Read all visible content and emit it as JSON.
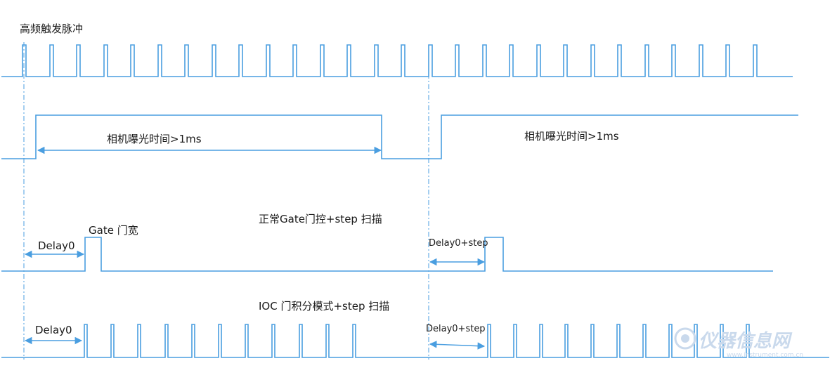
{
  "labels": {
    "high_freq_trigger": "高频触发脉冲",
    "exposure_1": "相机曝光时间>1ms",
    "exposure_2": "相机曝光时间>1ms",
    "gate_mode_title": "正常Gate门控+step 扫描",
    "gate_width": "Gate  门宽",
    "delay0_gate": "Delay0",
    "delay0_step_gate": "Delay0+step",
    "ioc_mode_title": "IOC 门积分模式+step 扫描",
    "delay0_ioc": "Delay0",
    "delay0_step_ioc": "Delay0+step"
  },
  "watermark": {
    "text": "仪器信息网",
    "url": "www.instrument.com.cn"
  },
  "colors": {
    "signal": "#4a9ee0",
    "text": "#1a1a1a",
    "watermark": "#c9d9ec"
  }
}
